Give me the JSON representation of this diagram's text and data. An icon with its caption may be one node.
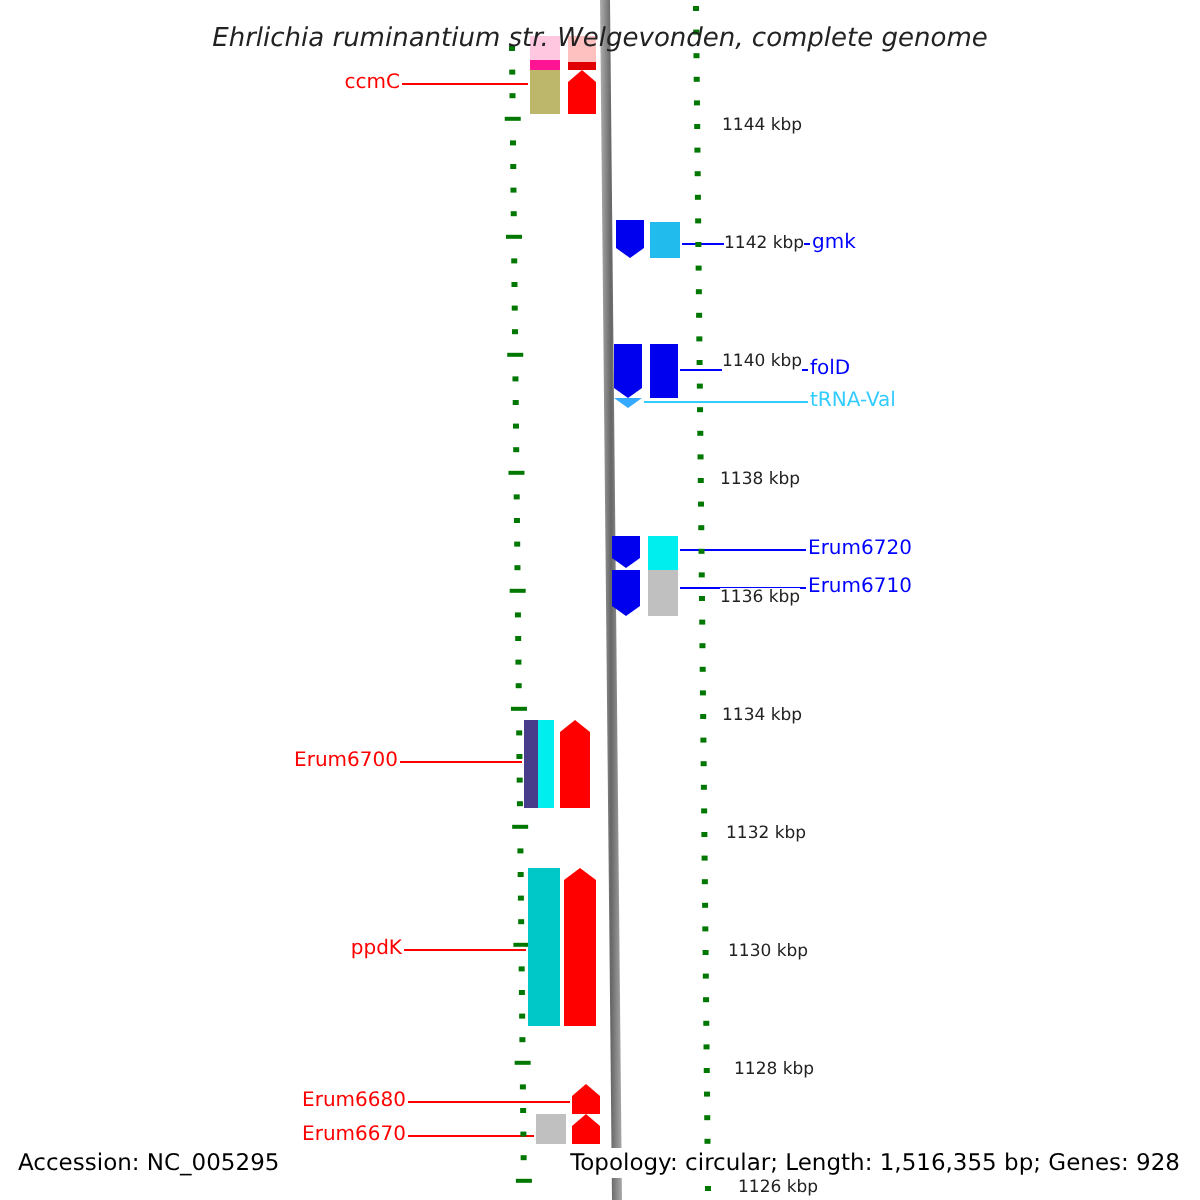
{
  "diagram": {
    "title": "Ehrlichia ruminantium str. Welgevonden, complete genome",
    "nodes": [
      {
        "text": [
          "ccmC"
        ]
      },
      {
        "text": [
          "gmk"
        ]
      },
      {
        "text": [
          "folD"
        ]
      },
      {
        "text": [
          "tRNA-Val"
        ]
      },
      {
        "text": [
          "Erum6720"
        ]
      },
      {
        "text": [
          "Erum6710"
        ]
      },
      {
        "text": [
          "Erum6700"
        ]
      },
      {
        "text": [
          "ppdK"
        ]
      },
      {
        "text": [
          "Erum6680"
        ]
      },
      {
        "text": [
          "Erum6670"
        ]
      },
      {
        "text": [],
        "shape": "box"
      },
      {
        "text": [],
        "shape": "box"
      },
      {
        "text": [],
        "shape": "box"
      },
      {
        "text": [],
        "shape": "triangle"
      },
      {
        "text": [],
        "shape": "box"
      },
      {
        "text": [],
        "shape": "box"
      },
      {
        "text": [],
        "shape": "box"
      },
      {
        "text": [],
        "shape": "box"
      },
      {
        "text": [],
        "shape": "arrow"
      },
      {
        "text": [],
        "shape": "box"
      }
    ],
    "edges": [
      {
        "from": 0,
        "to": 10,
        "arrow": "none"
      },
      {
        "from": 1,
        "to": 11,
        "arrow": "none",
        "color": "#0000ff"
      },
      {
        "from": 2,
        "to": 12,
        "arrow": "none",
        "color": "#0000ff"
      },
      {
        "from": 3,
        "to": 13,
        "arrow": "none",
        "color": "#33ccff"
      },
      {
        "from": 4,
        "to": 14,
        "arrow": "none",
        "color": "#0000ff"
      },
      {
        "from": 5,
        "to": 15,
        "arrow": "none",
        "color": "#0000ff"
      },
      {
        "from": 6,
        "to": 16,
        "arrow": "none"
      },
      {
        "from": 7,
        "to": 17,
        "arrow": "none"
      },
      {
        "from": 8,
        "to": 18,
        "arrow": "none"
      },
      {
        "from": 9,
        "to": 19,
        "arrow": "none"
      }
    ],
    "labels": [
      "1144 kbp",
      "1142 kbp",
      "1140 kbp",
      "1138 kbp",
      "1136 kbp",
      "1134 kbp",
      "1132 kbp",
      "1130 kbp",
      "1128 kbp",
      "1126 kbp",
      "Accession: NC_005295",
      "Topology: circular; Length: 1,516,355 bp; Genes: 928"
    ]
  }
}
